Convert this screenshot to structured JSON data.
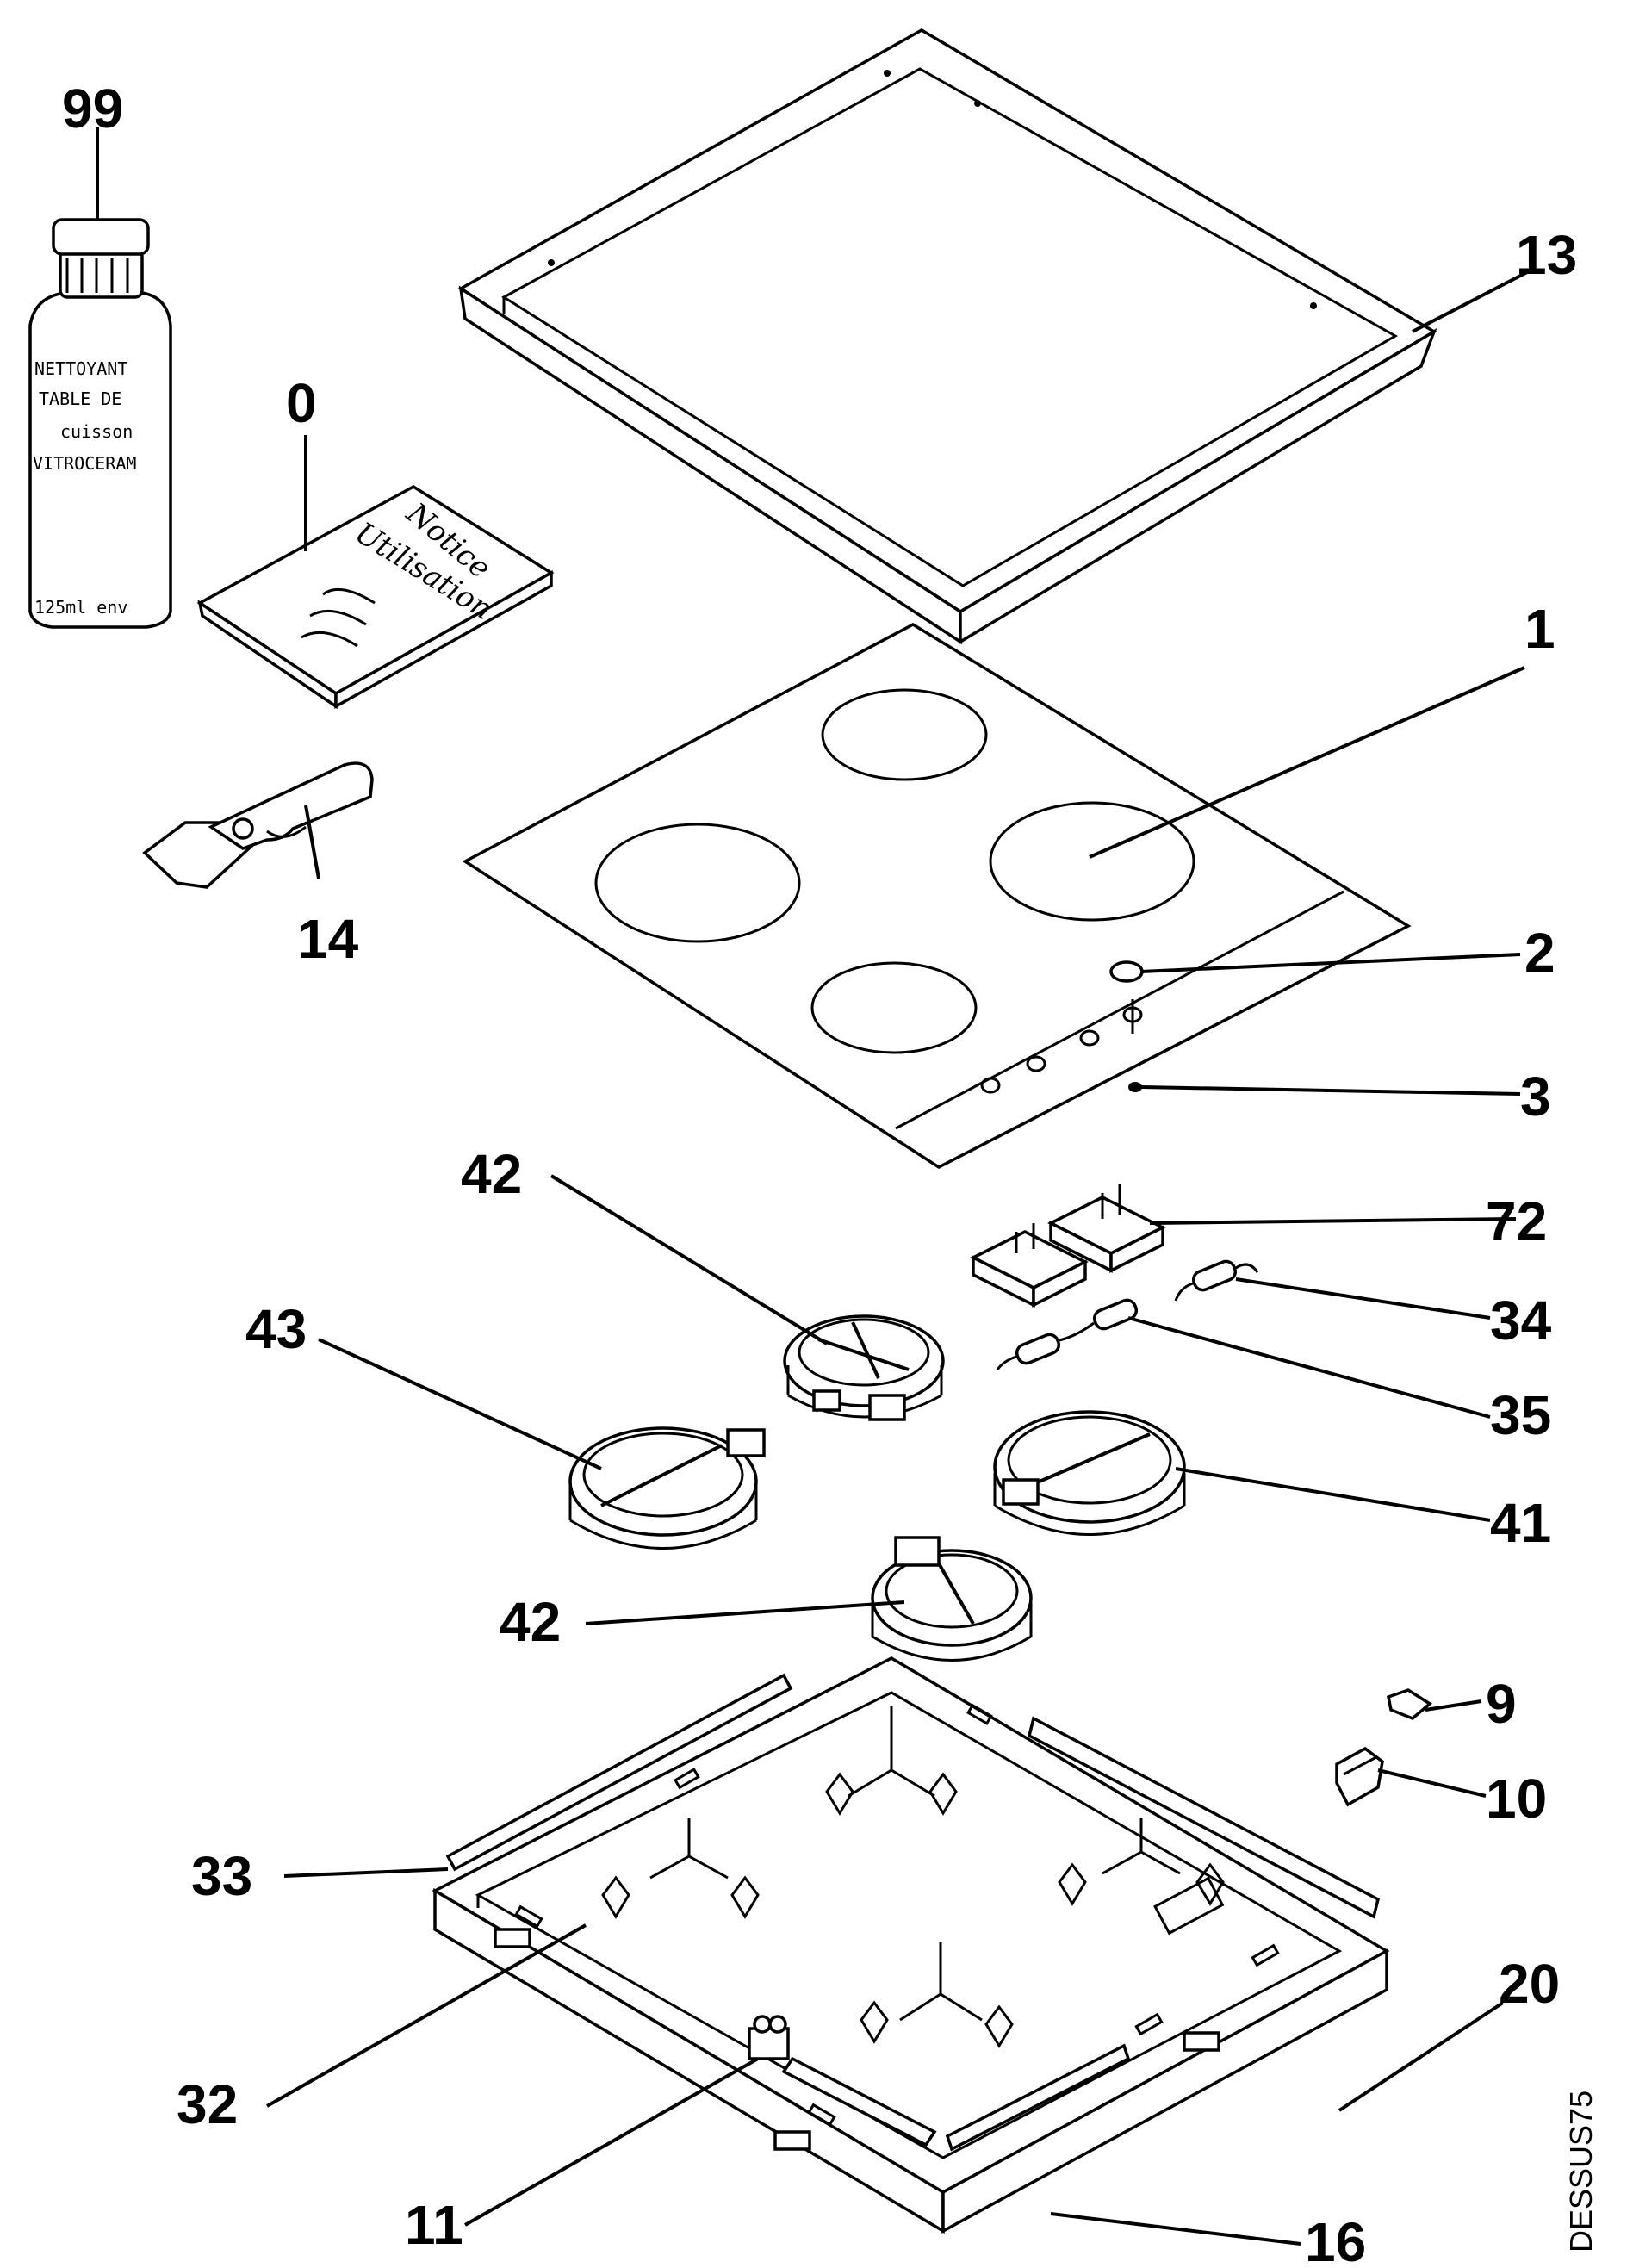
{
  "callouts": [
    {
      "id": "99",
      "label": "99"
    },
    {
      "id": "0",
      "label": "0"
    },
    {
      "id": "13",
      "label": "13"
    },
    {
      "id": "1",
      "label": "1"
    },
    {
      "id": "14",
      "label": "14"
    },
    {
      "id": "2",
      "label": "2"
    },
    {
      "id": "3",
      "label": "3"
    },
    {
      "id": "42a",
      "label": "42"
    },
    {
      "id": "72",
      "label": "72"
    },
    {
      "id": "43",
      "label": "43"
    },
    {
      "id": "34",
      "label": "34"
    },
    {
      "id": "35",
      "label": "35"
    },
    {
      "id": "41",
      "label": "41"
    },
    {
      "id": "42b",
      "label": "42"
    },
    {
      "id": "9",
      "label": "9"
    },
    {
      "id": "10",
      "label": "10"
    },
    {
      "id": "33",
      "label": "33"
    },
    {
      "id": "20",
      "label": "20"
    },
    {
      "id": "32",
      "label": "32"
    },
    {
      "id": "11",
      "label": "11"
    },
    {
      "id": "16",
      "label": "16"
    }
  ],
  "bottle_label": [
    "NETTOYANT",
    "TABLE DE",
    "cuisson",
    "VITROCERAM",
    "125ml env"
  ],
  "notice_label": [
    "Notice",
    "Utilisation"
  ],
  "drawing_code": "DESSUS75"
}
